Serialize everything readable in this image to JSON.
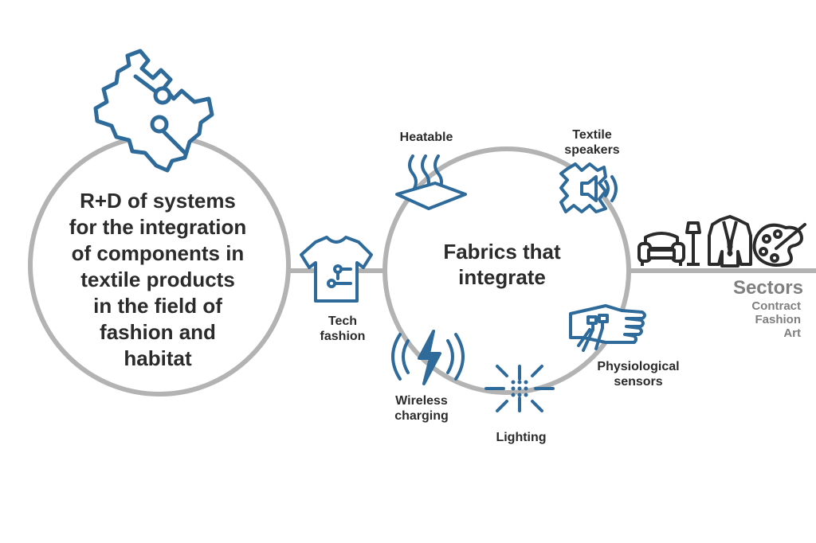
{
  "main_circle_text": "R+D of systems\nfor the integration\nof components in\ntextile products\nin the field of\nfashion and\nhabitat",
  "center_circle_text": "Fabrics that\nintegrate",
  "labels": {
    "tech_fashion": "Tech\nfashion",
    "heatable": "Heatable",
    "textile_speakers": "Textile\nspeakers",
    "physiological_sensors": "Physiological\nsensors",
    "lighting": "Lighting",
    "wireless_charging": "Wireless\ncharging"
  },
  "sectors": {
    "title": "Sectors",
    "items": [
      "Contract",
      "Fashion",
      "Art"
    ]
  },
  "colors": {
    "line_gray": "#b3b3b3",
    "icon_blue": "#2e6b9a",
    "icon_dark": "#2b2b2b",
    "text_dark": "#2b2b2b",
    "sectors_gray": "#7f7f7f"
  },
  "icons": [
    "puzzle-circuit-icon",
    "tshirt-circuit-icon",
    "heat-waves-icon",
    "textile-speaker-icon",
    "hand-sensor-icon",
    "lighting-burst-icon",
    "wireless-charging-icon",
    "armchair-lamp-icon",
    "blazer-icon",
    "paint-palette-icon"
  ]
}
